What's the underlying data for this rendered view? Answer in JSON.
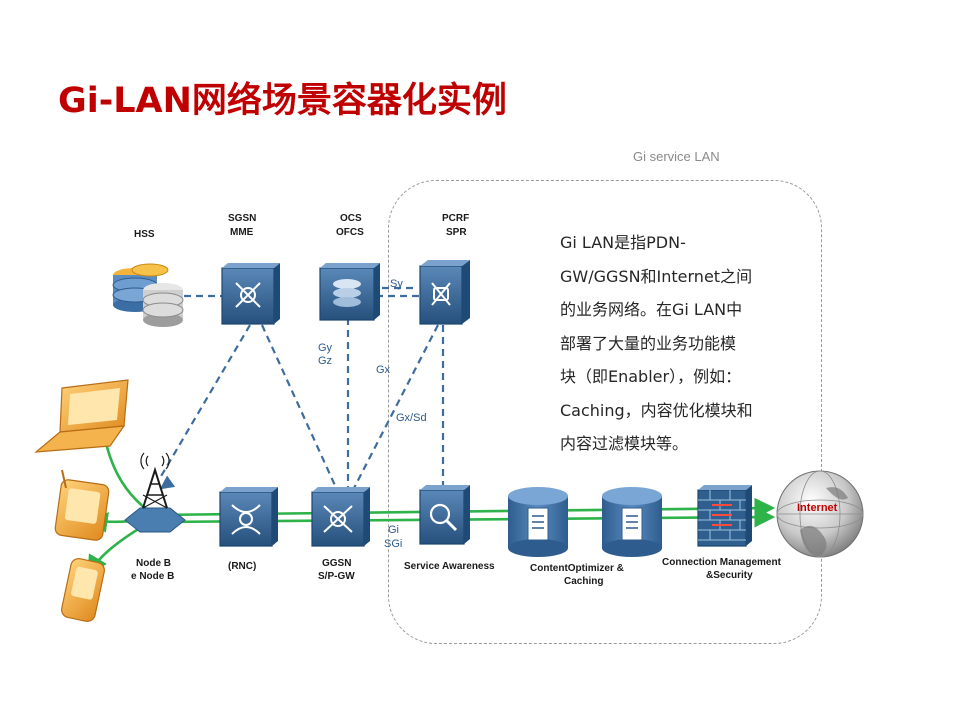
{
  "title": "Gi-LAN网络场景容器化实例",
  "lan_label": "Gi service LAN",
  "description_lines": [
    "Gi LAN是指PDN-",
    "GW/GGSN和Internet之间",
    "的业务网络。在Gi LAN中",
    "部署了大量的业务功能模",
    "块（即Enabler），例如：",
    "Caching，内容优化模块和",
    "内容过滤模块等。"
  ],
  "nodes": {
    "hss": "HSS",
    "sgsn_1": "SGSN",
    "sgsn_2": "MME",
    "ocs_1": "OCS",
    "ocs_2": "OFCS",
    "pcrf_1": "PCRF",
    "pcrf_2": "SPR",
    "nodeb_1": "Node B",
    "nodeb_2": "e Node B",
    "rnc": "(RNC)",
    "ggsn_1": "GGSN",
    "ggsn_2": "S/P-GW",
    "sa": "Service Awareness",
    "co_1": "ContentOptimizer &",
    "co_2": "Caching",
    "cm_1": "Connection Management",
    "cm_2": "&Security",
    "internet": "Internet"
  },
  "interfaces": {
    "sy": "Sy",
    "gy": "Gy",
    "gz": "Gz",
    "gx": "Gx",
    "gxsd": "Gx/Sd",
    "gi": "Gi",
    "sgi": "SGi"
  },
  "colors": {
    "title": "#c00000",
    "green_link": "#2db34a",
    "dashed_link": "#3d6d9e",
    "device_blue": "#2f5f8e",
    "db_blue": "#3b6ea5",
    "terminal_orange": "#f2a23a"
  }
}
